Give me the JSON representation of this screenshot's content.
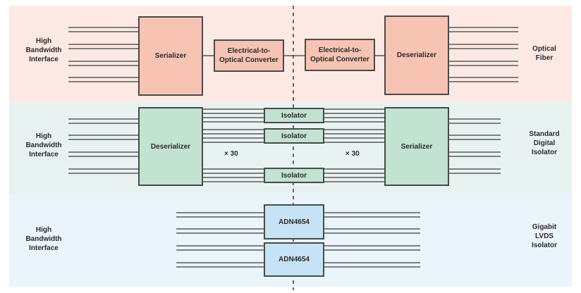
{
  "colors": {
    "band_optical": "#fde9e3",
    "band_digital": "#e8f3f1",
    "band_lvds": "#e9f4fb",
    "block_optical": "#f7c3b2",
    "block_digital": "#c2e2d2",
    "block_lvds": "#c5e3f5",
    "line": "#5a5a5a",
    "divider": "#3a3a3a"
  },
  "bands": [
    {
      "left_label": "High\nBandwidth\nInterface",
      "right_label": "Optical\nFiber",
      "blocks": {
        "serializer": "Serializer",
        "converter_left": "Electrical-to-\nOptical Converter",
        "converter_right": "Electrical-to-\nOptical Converter",
        "deserializer": "Deserializer"
      }
    },
    {
      "left_label": "High\nBandwidth\nInterface",
      "right_label": "Standard\nDigital\nIsolator",
      "blocks": {
        "deserializer": "Deserializer",
        "isolators": [
          "Isolator",
          "Isolator",
          "Isolator"
        ],
        "serializer": "Serializer"
      },
      "multiplier_left": "× 30",
      "multiplier_right": "× 30"
    },
    {
      "left_label": "High\nBandwidth\nInterface",
      "right_label": "Gigabit\nLVDS\nIsolator",
      "blocks": {
        "isolators": [
          "ADN4654",
          "ADN4654"
        ]
      }
    }
  ]
}
